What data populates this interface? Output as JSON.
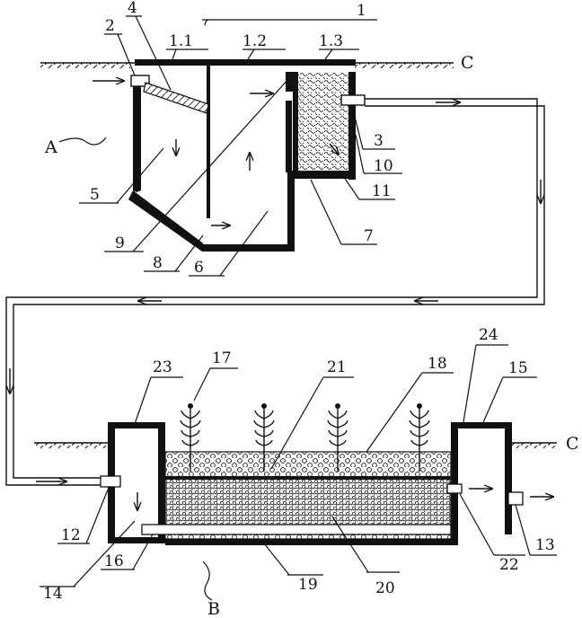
{
  "labels": {
    "l1": "1",
    "l1_1": "1.1",
    "l1_2": "1.2",
    "l1_3": "1.3",
    "l2": "2",
    "l3": "3",
    "l4": "4",
    "l5": "5",
    "l6": "6",
    "l7": "7",
    "l8": "8",
    "l9": "9",
    "l10": "10",
    "l11": "11",
    "l12": "12",
    "l13": "13",
    "l14": "14",
    "l15": "15",
    "l16": "16",
    "l17": "17",
    "l18": "18",
    "l19": "19",
    "l20": "20",
    "l21": "21",
    "l22": "22",
    "l23": "23",
    "l24": "24",
    "A": "A",
    "B": "B",
    "C_top": "C",
    "C_bottom": "C"
  },
  "colors": {
    "line": "#111111",
    "background": "#ffffff"
  }
}
